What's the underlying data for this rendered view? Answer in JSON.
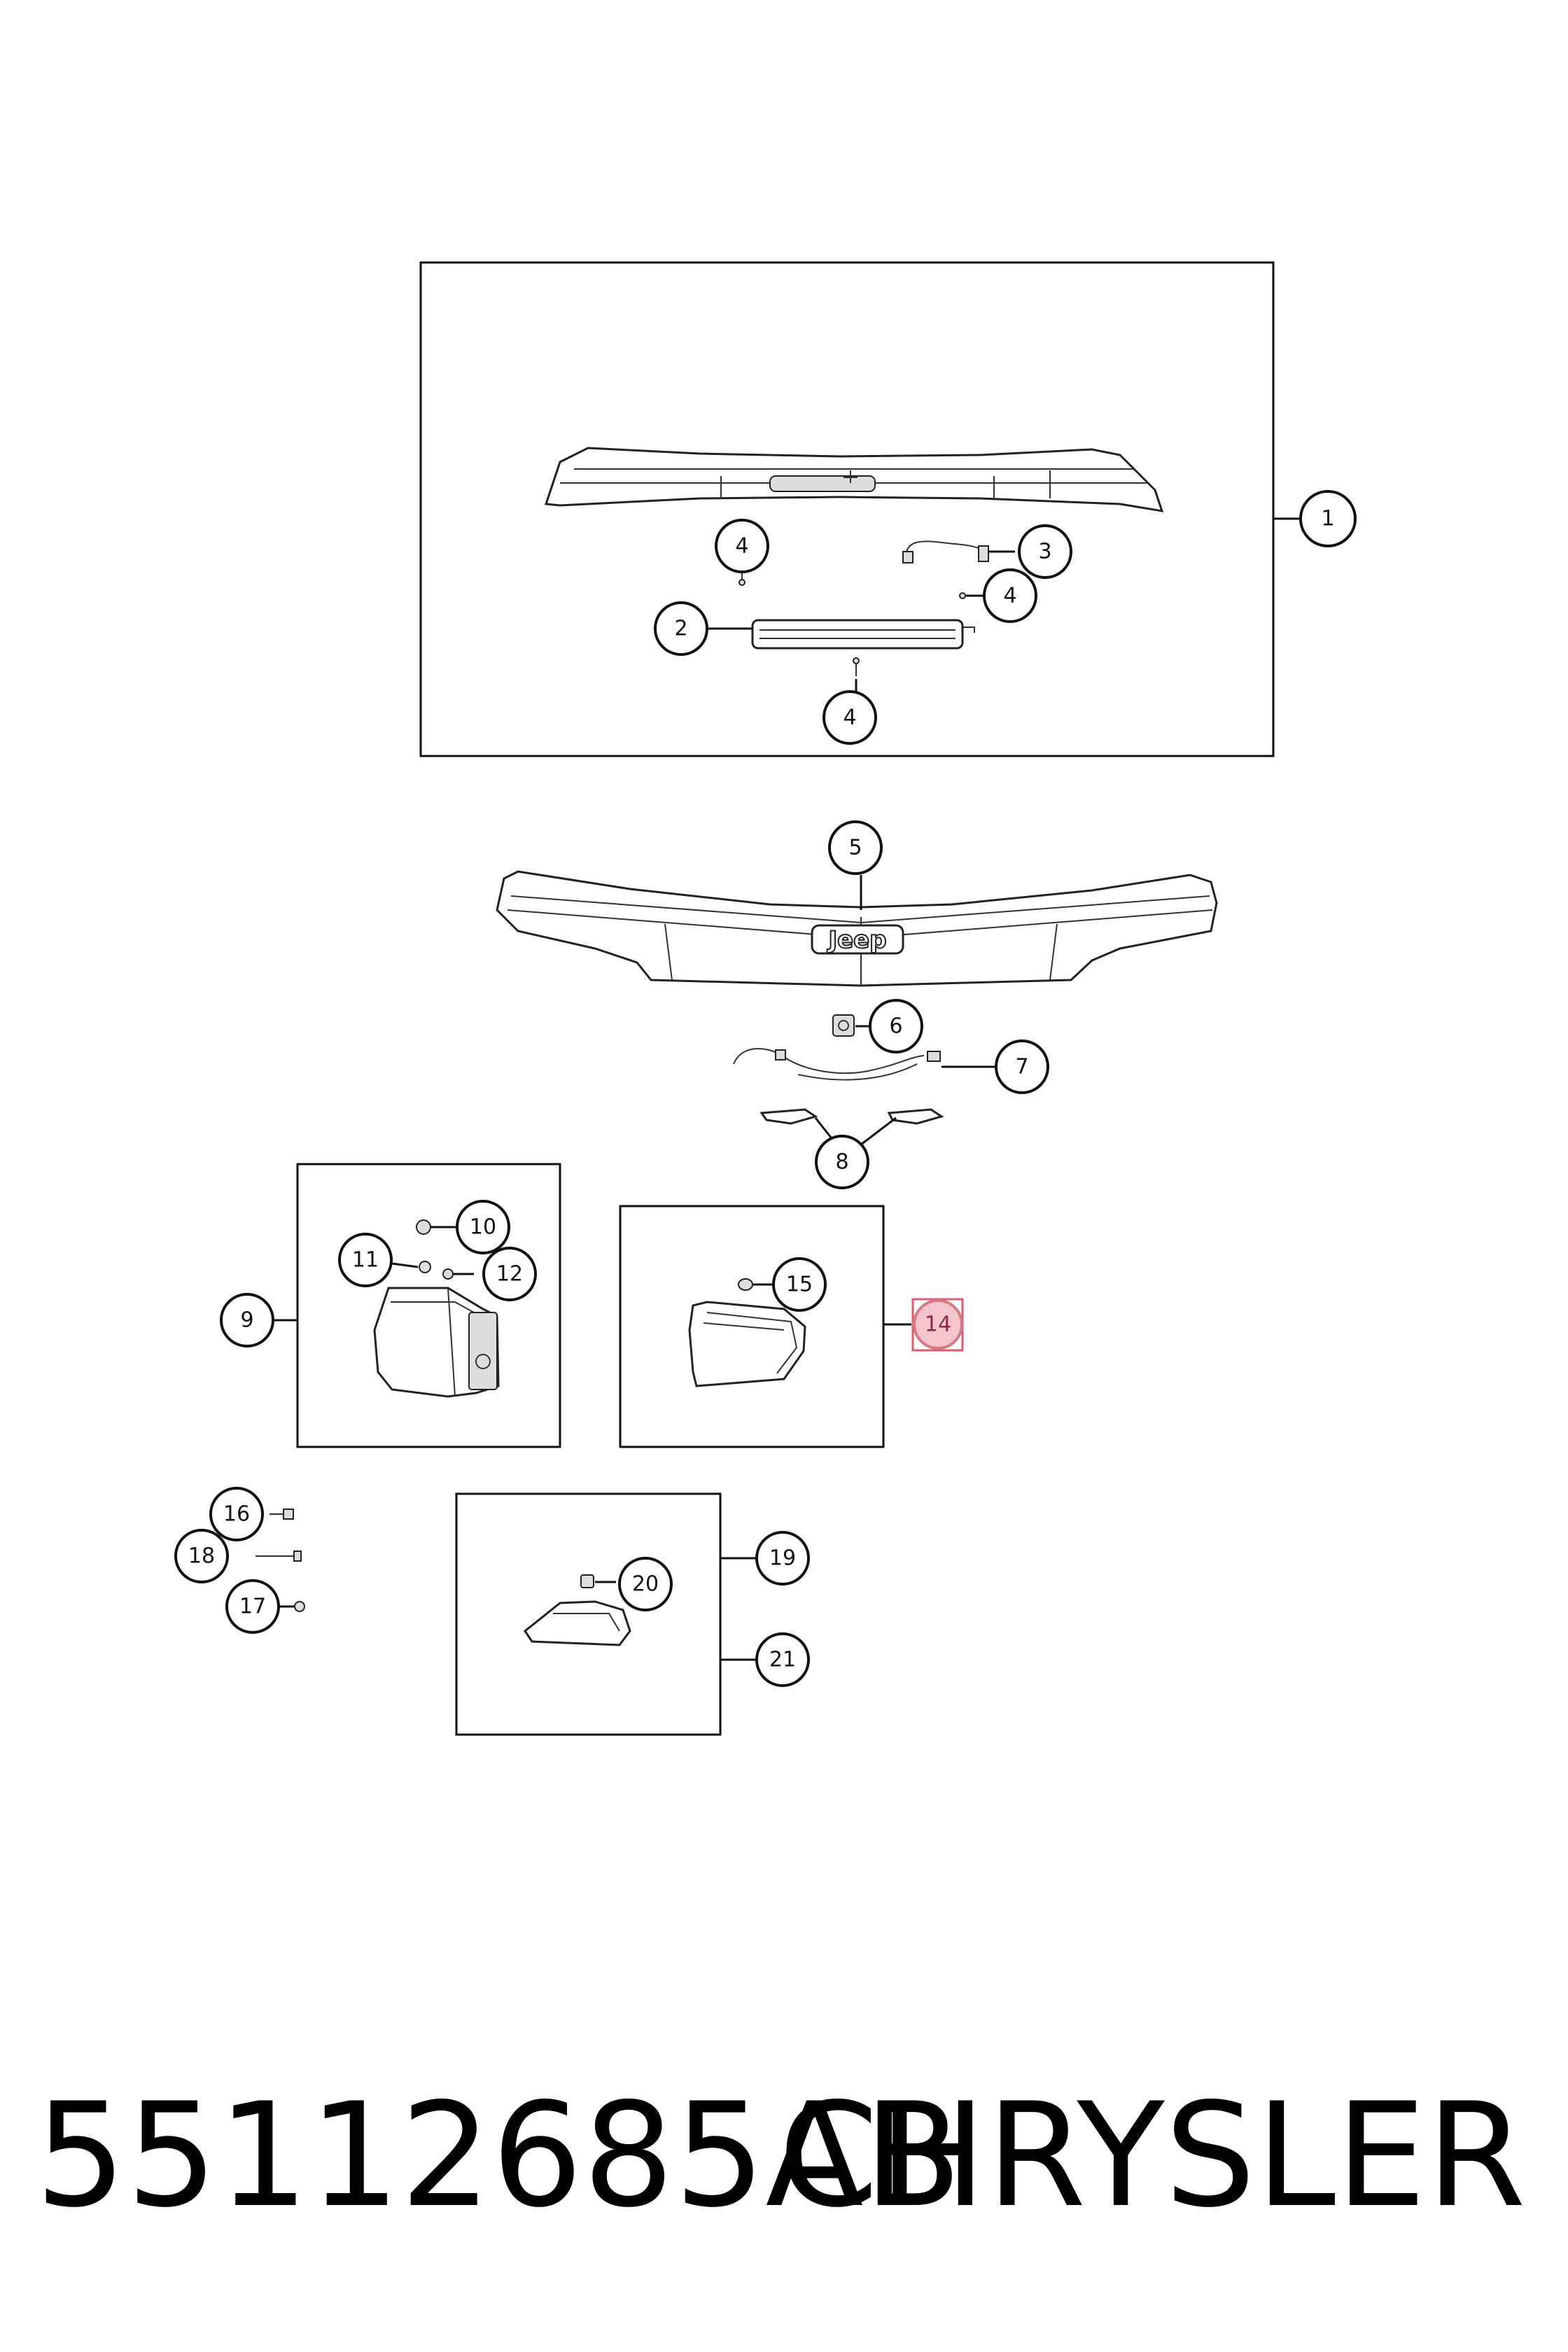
{
  "callouts": {
    "c1": "1",
    "c2": "2",
    "c3": "3",
    "c4a": "4",
    "c4b": "4",
    "c4c": "4",
    "c5": "5",
    "c6": "6",
    "c7": "7",
    "c8": "8",
    "c9": "9",
    "c10": "10",
    "c11": "11",
    "c12": "12",
    "c14": "14",
    "c15": "15",
    "c16": "16",
    "c17": "17",
    "c18": "18",
    "c19": "19",
    "c20": "20",
    "c21": "21"
  },
  "highlight": {
    "callout": "14",
    "color": "#e05a6a"
  },
  "badge_text": "Jeep",
  "footer": {
    "part_number": "55112685AB",
    "brand": "CHRYSLER"
  },
  "icons": [
    "spoiler",
    "high-mount-stop-lamp",
    "wire-harness",
    "screw",
    "liftgate-applique",
    "jeep-emblem",
    "license-lamp",
    "tail-lamp",
    "bulb",
    "socket",
    "reflector",
    "fog-lamp"
  ]
}
